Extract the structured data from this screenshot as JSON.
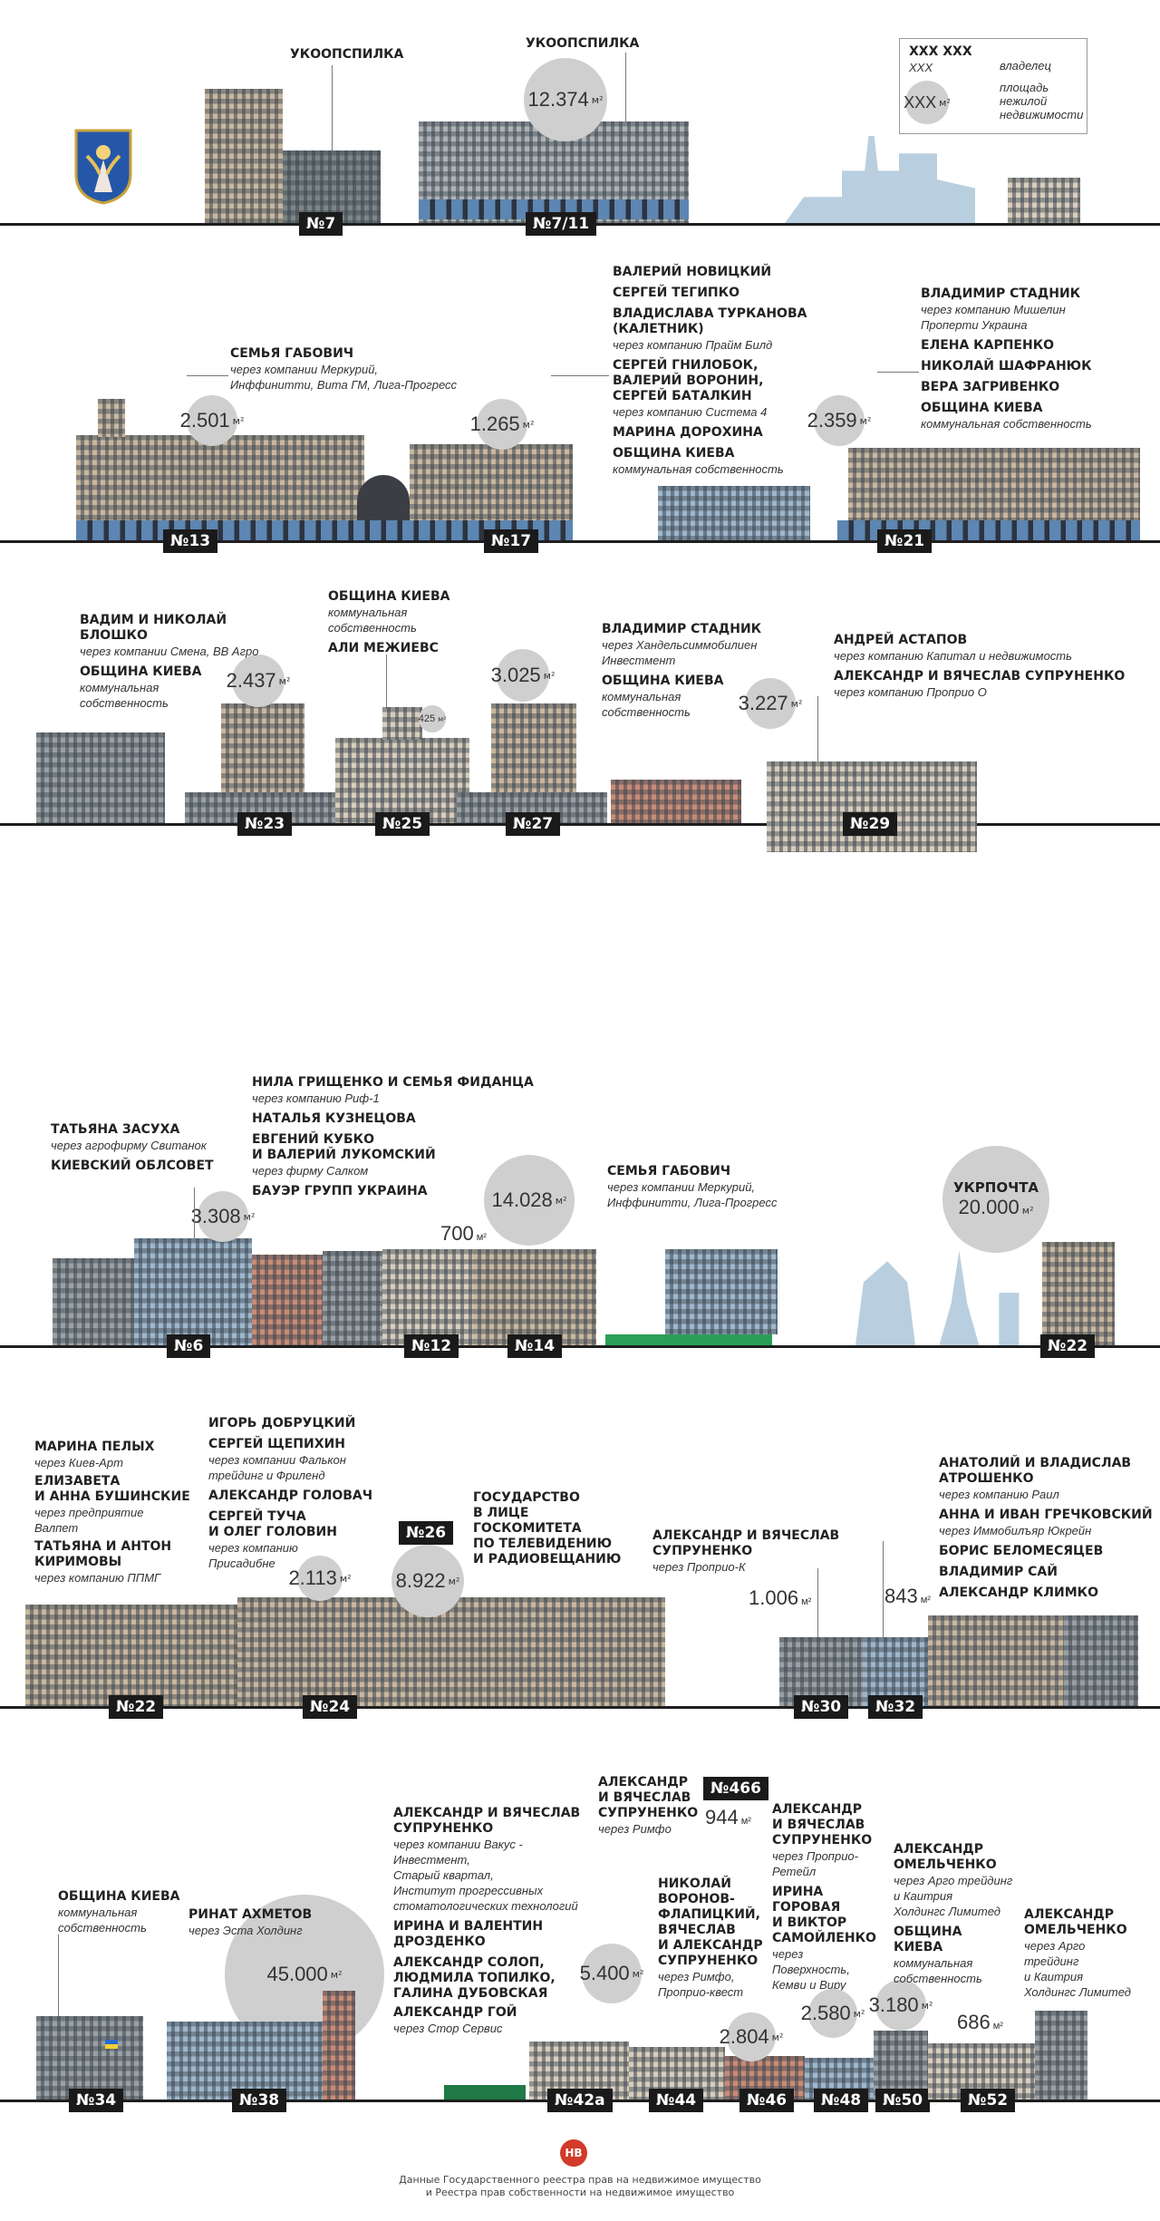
{
  "legend": {
    "name": "ХХХ ХХХ",
    "sub": "ХХХ",
    "area": "ХХХ",
    "unit": "м²",
    "owner": "владелец",
    "area_desc": "площадь\nнежилой\nнедвижимости"
  },
  "unit": "м²",
  "row1": {
    "b7": {
      "num": "№7",
      "owner": "УКООПСПИЛКА"
    },
    "b711": {
      "num": "№7/11",
      "owner": "УКООПСПИЛКА",
      "area": "12.374"
    }
  },
  "row2": {
    "b13": {
      "num": "№13",
      "area": "2.501",
      "owners": [
        {
          "name": "СЕМЬЯ ГАБОВИЧ",
          "via": "через компании Меркурий,\nИнффинитти, Вита ГМ, Лига-Прогресс"
        }
      ]
    },
    "b17": {
      "num": "№17",
      "area": "1.265",
      "owners": [
        {
          "name": "ВАЛЕРИЙ НОВИЦКИЙ",
          "via": ""
        },
        {
          "name": "СЕРГЕЙ ТЕГИПКО",
          "via": ""
        },
        {
          "name": "ВЛАДИСЛАВА ТУРКАНОВА (КАЛЕТНИК)",
          "via": "через компанию Прайм Билд"
        },
        {
          "name": "СЕРГЕЙ ГНИЛОБОК,\nВАЛЕРИЙ ВОРОНИН,\nСЕРГЕЙ БАТАЛКИН",
          "via": "через компанию Система 4"
        },
        {
          "name": "МАРИНА ДОРОХИНА",
          "via": ""
        },
        {
          "name": "ОБЩИНА КИЕВА",
          "via": "коммунальная собственность"
        }
      ]
    },
    "b21": {
      "num": "№21",
      "area": "2.359",
      "owners": [
        {
          "name": "ВЛАДИМИР СТАДНИК",
          "via": "через компанию Мишелин\nПроперти Украина"
        },
        {
          "name": "ЕЛЕНА КАРПЕНКО",
          "via": ""
        },
        {
          "name": "НИКОЛАЙ ШАФРАНЮК",
          "via": ""
        },
        {
          "name": "ВЕРА ЗАГРИВЕНКО",
          "via": ""
        },
        {
          "name": "ОБЩИНА КИЕВА",
          "via": "коммунальная собственность"
        }
      ]
    }
  },
  "row3": {
    "b23": {
      "num": "№23",
      "area": "2.437",
      "owners": [
        {
          "name": "ВАДИМ И НИКОЛАЙ БЛОШКО",
          "via": "через компании Смена, ВВ Агро"
        },
        {
          "name": "ОБЩИНА КИЕВА",
          "via": "коммунальная\nсобственность"
        }
      ]
    },
    "b25": {
      "num": "№25",
      "area": "425",
      "owners": [
        {
          "name": "ОБЩИНА КИЕВА",
          "via": "коммунальная\nсобственность"
        },
        {
          "name": "АЛИ МЕЖИЕВС",
          "via": ""
        }
      ]
    },
    "b27": {
      "num": "№27",
      "area": "3.025",
      "owners": [
        {
          "name": "ВЛАДИМИР СТАДНИК",
          "via": "через Хандельсиммобилиен\nИнвестмент"
        },
        {
          "name": "ОБЩИНА КИЕВА",
          "via": "коммунальная\nсобственность"
        }
      ]
    },
    "b29": {
      "num": "№29",
      "area": "3.227",
      "owners": [
        {
          "name": "АНДРЕЙ АСТАПОВ",
          "via": "через компанию Капитал и недвижимость"
        },
        {
          "name": "АЛЕКСАНДР И ВЯЧЕСЛАВ СУПРУНЕНКО",
          "via": "через компанию Проприо О"
        }
      ]
    }
  },
  "row4": {
    "b6": {
      "num": "№6",
      "area": "3.308",
      "owners": [
        {
          "name": "ТАТЬЯНА ЗАСУХА",
          "via": "через агрофирму Свитанок"
        },
        {
          "name": "КИЕВСКИЙ ОБЛСОВЕТ",
          "via": ""
        }
      ]
    },
    "b12": {
      "num": "№12",
      "area": "700",
      "owners": [
        {
          "name": "НИЛА ГРИЩЕНКО И СЕМЬЯ ФИДАНЦА",
          "via": "через компанию Риф-1"
        },
        {
          "name": "НАТАЛЬЯ КУЗНЕЦОВА",
          "via": ""
        },
        {
          "name": "ЕВГЕНИЙ КУБКО\nИ ВАЛЕРИЙ ЛУКОМСКИЙ",
          "via": "через фирму Салком"
        },
        {
          "name": "БАУЭР ГРУПП УКРАИНА",
          "via": ""
        }
      ]
    },
    "b14": {
      "num": "№14",
      "area": "14.028",
      "owners": [
        {
          "name": "СЕМЬЯ ГАБОВИЧ",
          "via": "через компании Меркурий,\nИнффинитти, Лига-Прогресс"
        }
      ]
    },
    "b22": {
      "num": "№22",
      "area": "20.000",
      "owners": [
        {
          "name": "УКРПОЧТА",
          "via": ""
        }
      ]
    }
  },
  "row5": {
    "b22": {
      "num": "№22",
      "owners": [
        {
          "name": "МАРИНА ПЕЛЫХ",
          "via": "через Киев-Арт"
        },
        {
          "name": "ЕЛИЗАВЕТА\nИ АННА БУШИНСКИЕ",
          "via": "через предприятие\nВалпет"
        },
        {
          "name": "ТАТЬЯНА И АНТОН\nКИРИМОВЫ",
          "via": "через компанию ППМГ"
        }
      ]
    },
    "b24": {
      "num": "№24",
      "area": "2.113",
      "owners": [
        {
          "name": "ИГОРЬ ДОБРУЦКИЙ",
          "via": ""
        },
        {
          "name": "СЕРГЕЙ ЩЕПИХИН",
          "via": "через компании Фалькон\nтрейдинг и Фриленд"
        },
        {
          "name": "АЛЕКСАНДР ГОЛОВАЧ",
          "via": ""
        },
        {
          "name": "СЕРГЕЙ ТУЧА\nИ ОЛЕГ ГОЛОВИН",
          "via": "через компанию\nПрисадибне"
        }
      ]
    },
    "b26": {
      "num": "№26",
      "area": "8.922",
      "owner": "ГОСУДАРСТВО\nВ ЛИЦЕ\nГОСКОМИТЕТА\nПО ТЕЛЕВИДЕНИЮ\nИ РАДИОВЕЩАНИЮ"
    },
    "b30": {
      "num": "№30",
      "area": "1.006",
      "owners": [
        {
          "name": "АЛЕКСАНДР И ВЯЧЕСЛАВ\nСУПРУНЕНКО",
          "via": "через Проприо-К"
        }
      ]
    },
    "b32": {
      "num": "№32",
      "area": "843",
      "owners": [
        {
          "name": "АНАТОЛИЙ И ВЛАДИСЛАВ\nАТРОШЕНКО",
          "via": "через компанию Раил"
        },
        {
          "name": "АННА И ИВАН ГРЕЧКОВСКИЙ",
          "via": "через Иммобилъяр Юкрейн"
        },
        {
          "name": "БОРИС БЕЛОМЕСЯЦЕВ",
          "via": ""
        },
        {
          "name": "ВЛАДИМИР САЙ",
          "via": ""
        },
        {
          "name": "АЛЕКСАНДР КЛИМКО",
          "via": ""
        }
      ]
    }
  },
  "row6": {
    "b34": {
      "num": "№34",
      "owners": [
        {
          "name": "ОБЩИНА КИЕВА",
          "via": "коммунальная\nсобственность"
        }
      ]
    },
    "b38": {
      "num": "№38",
      "area": "45.000",
      "owners": [
        {
          "name": "РИНАТ АХМЕТОВ",
          "via": "через Эста Холдинг"
        }
      ]
    },
    "b42a": {
      "num": "№42а",
      "area": "5.400",
      "owners": [
        {
          "name": "АЛЕКСАНДР И ВЯЧЕСЛАВ\nСУПРУНЕНКО",
          "via": "через компании Вакус -\nИнвестмент,\nСтарый квартал,\nИнститут прогрессивных\nстоматологических технологий"
        },
        {
          "name": "ИРИНА И ВАЛЕНТИН ДРОЗДЕНКО",
          "via": ""
        },
        {
          "name": "АЛЕКСАНДР СОЛОП,\nЛЮДМИЛА ТОПИЛКО,\nГАЛИНА ДУБОВСКАЯ",
          "via": ""
        },
        {
          "name": "АЛЕКСАНДР ГОЙ",
          "via": "через Стор Сервис"
        }
      ]
    },
    "b466": {
      "num": "№466",
      "area": "944",
      "owners": [
        {
          "name": "АЛЕКСАНДР\nИ ВЯЧЕСЛАВ\nСУПРУНЕНКО",
          "via": "через Римфо"
        }
      ]
    },
    "b44": {
      "num": "№44",
      "owners": [
        {
          "name": "НИКОЛАЙ\nВОРОНОВ-\nФЛАПИЦКИЙ,\nВЯЧЕСЛАВ\nИ АЛЕКСАНДР\nСУПРУНЕНКО",
          "via": "через Римфо,\nПроприо-квест"
        }
      ]
    },
    "b46": {
      "num": "№46",
      "area": "2.804",
      "owners": [
        {
          "name": "АЛЕКСАНДР\nИ ВЯЧЕСЛАВ\nСУПРУНЕНКО",
          "via": "через Проприо-\nРетейл"
        },
        {
          "name": "ИРИНА\nГОРОВАЯ\nИ ВИКТОР\nСАМОЙЛЕНКО",
          "via": "через\nПоверхность,\nКемви и Виру"
        }
      ]
    },
    "b48": {
      "num": "№48",
      "area": "2.580"
    },
    "b50": {
      "num": "№50",
      "area": "3.180",
      "owners": [
        {
          "name": "АЛЕКСАНДР\nОМЕЛЬЧЕНКО",
          "via": "через Арго трейдинг\nи Каитрия\nХолдингс Лимитед"
        },
        {
          "name": "ОБЩИНА\nКИЕВА",
          "via": "коммунальная\nсобственность"
        }
      ]
    },
    "b52": {
      "num": "№52",
      "area": "686",
      "owners": [
        {
          "name": "АЛЕКСАНДР\nОМЕЛЬЧЕНКО",
          "via": "через Арго\nтрейдинг\nи Каитрия\nХолдингс Лимитед"
        }
      ]
    }
  },
  "footer": {
    "logo": "НВ",
    "line1": "Данные Государственного реестра прав на недвижимое имущество",
    "line2": "и Реестра прав собственности на недвижимое имущество"
  },
  "colors": {
    "accent": "#d23a2a",
    "circle": "#cfcfcf",
    "ground": "#1e1e1e",
    "label_bg": "#1a1a1a"
  }
}
